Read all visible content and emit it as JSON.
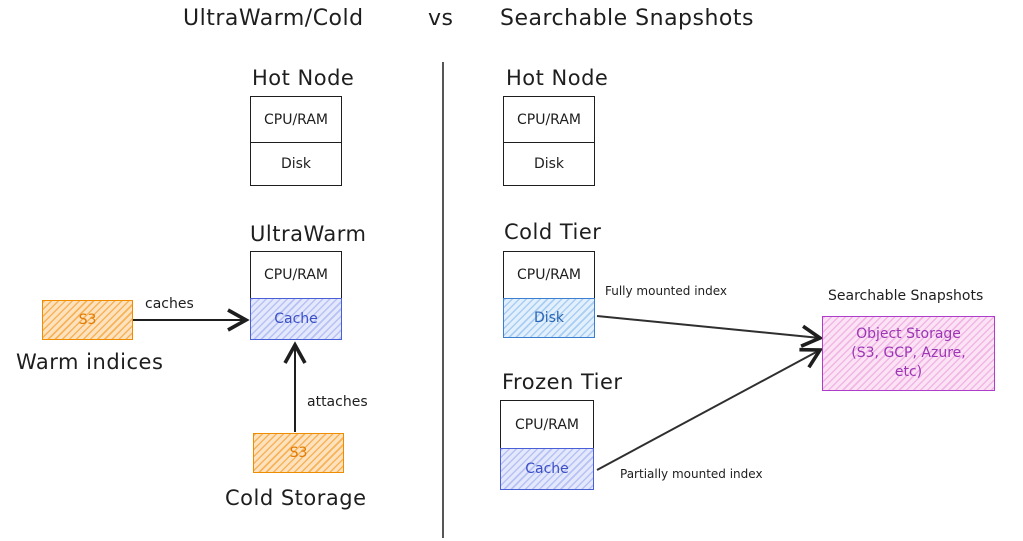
{
  "titles": {
    "left": "UltraWarm/Cold",
    "vs": "vs",
    "right": "Searchable Snapshots"
  },
  "left": {
    "hot_node": {
      "title": "Hot Node",
      "cpu": "CPU/RAM",
      "disk": "Disk"
    },
    "ultrawarm": {
      "title": "UltraWarm",
      "cpu": "CPU/RAM",
      "cache": "Cache"
    },
    "warm_s3": {
      "label": "S3",
      "caption": "Warm indices",
      "edge": "caches"
    },
    "cold_s3": {
      "label": "S3",
      "caption": "Cold Storage",
      "edge": "attaches"
    }
  },
  "right": {
    "hot_node": {
      "title": "Hot Node",
      "cpu": "CPU/RAM",
      "disk": "Disk"
    },
    "cold_tier": {
      "title": "Cold Tier",
      "cpu": "CPU/RAM",
      "disk": "Disk",
      "edge": "Fully mounted index"
    },
    "frozen_tier": {
      "title": "Frozen Tier",
      "cpu": "CPU/RAM",
      "cache": "Cache",
      "edge": "Partially mounted index"
    },
    "object_storage": {
      "title": "Searchable Snapshots",
      "line1": "Object Storage",
      "line2": "(S3, GCP, Azure,",
      "line3": "etc)"
    }
  },
  "colors": {
    "ink": "#1e1e1e",
    "blue": "#4a5fd6",
    "orange": "#f08c00",
    "pink": "#ae3ec9"
  }
}
